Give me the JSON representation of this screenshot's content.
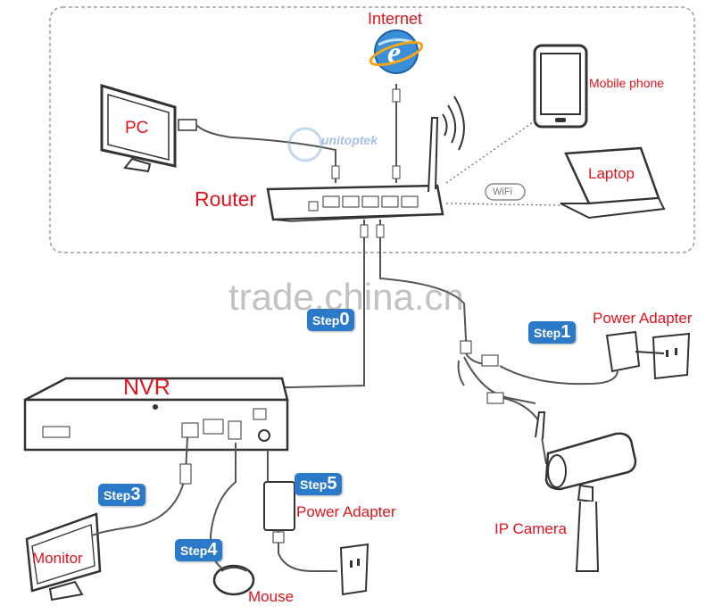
{
  "labels": {
    "internet": "Internet",
    "mobile_phone": "Mobile phone",
    "pc": "PC",
    "laptop": "Laptop",
    "router": "Router",
    "nvr": "NVR",
    "monitor": "Monitor",
    "mouse": "Mouse",
    "power_adapter_top": "Power Adapter",
    "power_adapter_bottom": "Power Adapter",
    "ip_camera": "IP Camera",
    "wifi": "WiFi"
  },
  "steps": {
    "step0": {
      "word": "Step",
      "num": "0"
    },
    "step1": {
      "word": "Step",
      "num": "1"
    },
    "step3": {
      "word": "Step",
      "num": "3"
    },
    "step4": {
      "word": "Step",
      "num": "4"
    },
    "step5": {
      "word": "Step",
      "num": "5"
    }
  },
  "watermarks": {
    "brand": "unitoptek",
    "site": "trade.china.cn"
  },
  "colors": {
    "label_red": "#e0141e",
    "step_blue": "#2b79c9",
    "line_gray": "#555555",
    "dashed_border": "#888888"
  }
}
